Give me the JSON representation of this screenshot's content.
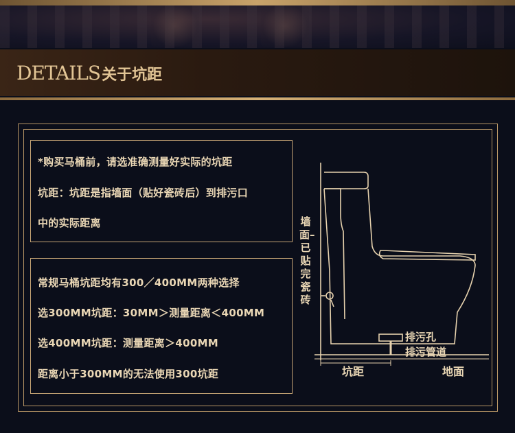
{
  "header": {
    "title_en": "DETAILS",
    "title_cn": "关于坑距"
  },
  "box1": {
    "lines": [
      "*购买马桶前，请选准确测量好实际的坑距",
      "坑距：坑距是指墙面（贴好瓷砖后）到排污口",
      "中的实际距离"
    ]
  },
  "box2": {
    "lines": [
      "常规马桶坑距均有300／400MM两种选择",
      "选300MM坑距：30MM＞测量距离＜400MM",
      "选400MM坑距：测量距离＞400MM",
      "距离小于300MM的无法使用300坑距"
    ]
  },
  "diagram": {
    "wall_label": "墙面–已贴完瓷砖",
    "drain_hole": "排污孔",
    "drain_pipe": "排污管道",
    "pit_distance": "坑距",
    "floor": "地面"
  }
}
